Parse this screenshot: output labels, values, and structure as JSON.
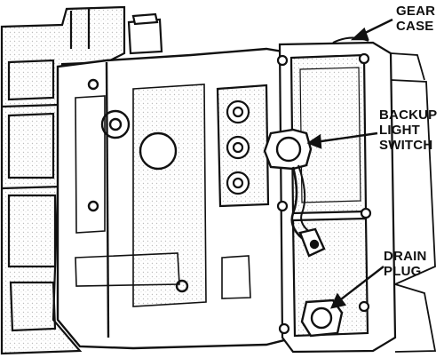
{
  "labels": {
    "gear_case": "GEAR\nCASE",
    "backup_light_switch": "BACKUP\nLIGHT\nSWITCH",
    "drain_plug": "DRAIN\nPLUG"
  },
  "colors": {
    "ink": "#111111",
    "paper": "#ffffff",
    "stipple": "#cfcfcf"
  }
}
